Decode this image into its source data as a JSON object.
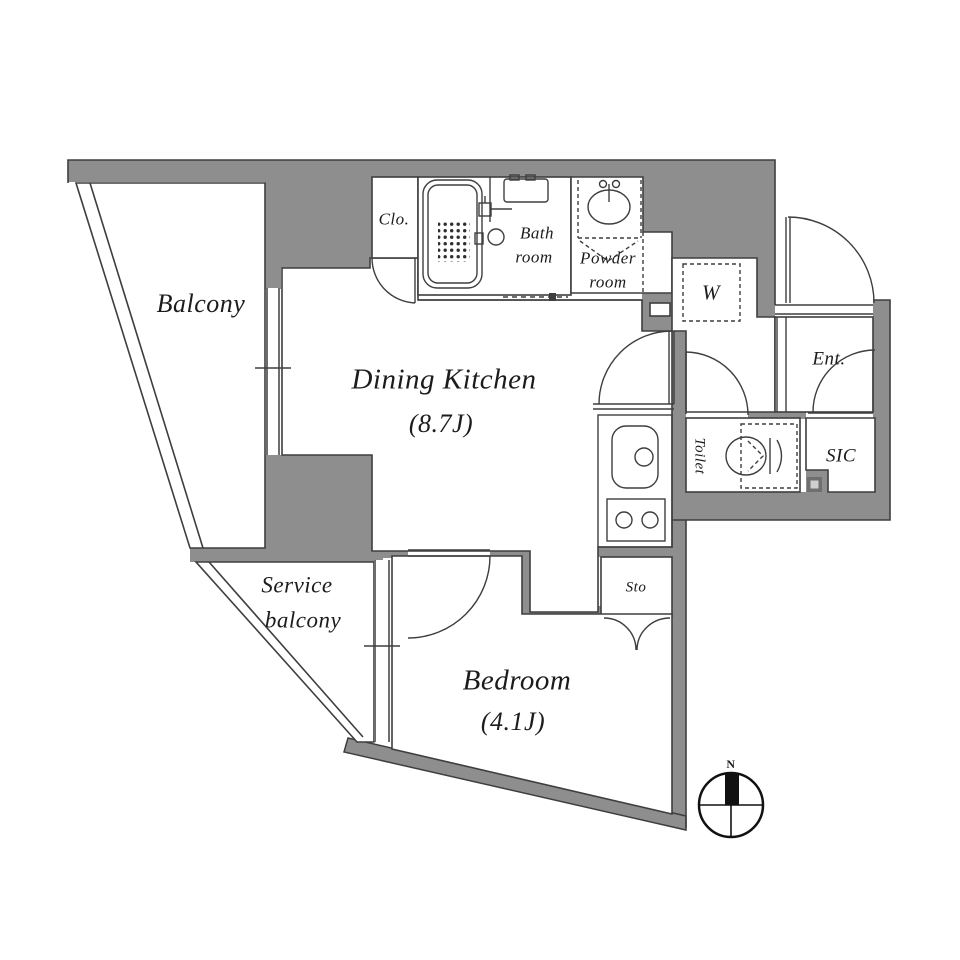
{
  "plan": {
    "rooms": {
      "balcony": "Balcony",
      "service_balcony_1": "Service",
      "service_balcony_2": "balcony",
      "dining_kitchen": "Dining Kitchen",
      "dining_kitchen_size": "(8.7J)",
      "bedroom": "Bedroom",
      "bedroom_size": "(4.1J)",
      "closet": "Clo.",
      "bath_1": "Bath",
      "bath_2": "room",
      "powder_1": "Powder",
      "powder_2": "room",
      "washer": "W",
      "entrance": "Ent.",
      "toilet": "Toilet",
      "shoe_closet": "SIC",
      "storage": "Sto"
    },
    "compass": {
      "north": "N"
    },
    "colors": {
      "wall": "#8e8e8e",
      "line": "#3e3e3e",
      "text": "#1c1c1c",
      "background": "#ffffff"
    }
  }
}
